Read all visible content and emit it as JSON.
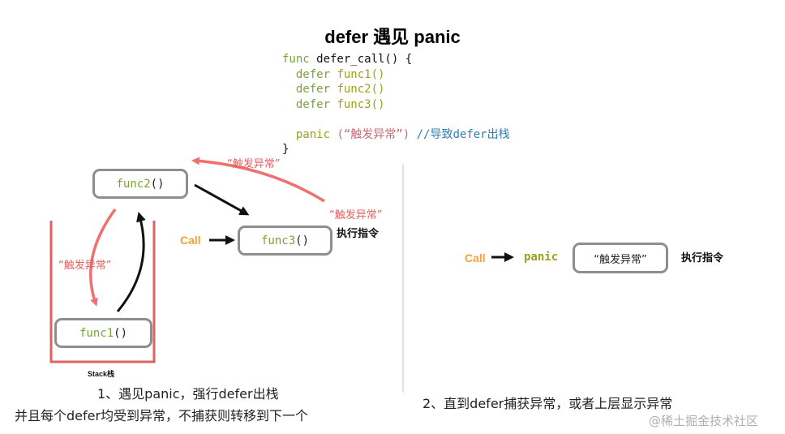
{
  "title": "defer 遇见 panic",
  "code": {
    "line1_kw": "func",
    "line1_rest": " defer_call() {",
    "line2_kw": "defer",
    "line2_fn": "func1()",
    "line3_kw": "defer",
    "line3_fn": "func2()",
    "line4_kw": "defer",
    "line4_fn": "func3()",
    "line6_panic": "panic",
    "line6_str": " (“触发异常”)",
    "line6_comment": " //导致defer出栈",
    "line7": "}"
  },
  "left": {
    "func2_name": "func2",
    "func3_name": "func3",
    "func1_name": "func1",
    "parens": "()",
    "label_top": "“触发异常”",
    "label_right": "“触发异常”",
    "label_left": "“触发异常”",
    "call": "Call",
    "exec": "执行指令",
    "stack_label": "Stack栈",
    "caption_line1": "1、遇见panic，强行defer出栈",
    "caption_line2": "并且每个defer均受到异常，不捕获则转移到下一个"
  },
  "right": {
    "call": "Call",
    "panic": "panic",
    "box_text": "“触发异常”",
    "exec": "执行指令",
    "caption": "2、直到defer捕获异常，或者上层显示异常"
  },
  "watermark": "@稀土掘金技术社区",
  "colors": {
    "red_arrow": "#f07070",
    "black_arrow": "#111111",
    "stack_red": "#e0615f",
    "call_orange": "#f2a23a",
    "keyword_green": "#7aa23a",
    "comment_blue": "#2d7fb8"
  }
}
